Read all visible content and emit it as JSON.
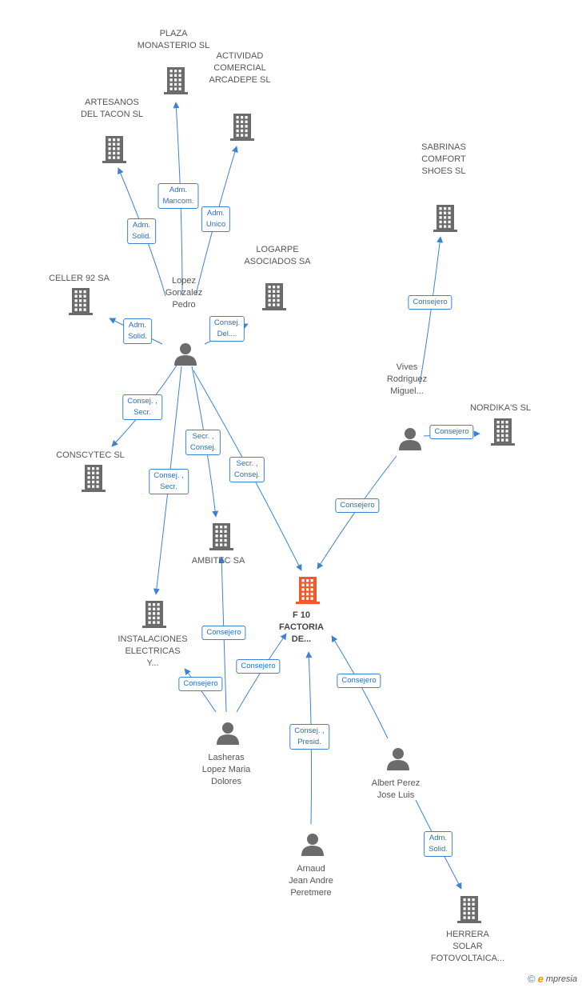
{
  "companies": [
    {
      "id": "plaza",
      "lines": [
        "PLAZA",
        "MONASTERIO SL"
      ]
    },
    {
      "id": "actividad",
      "lines": [
        "ACTIVIDAD",
        "COMERCIAL",
        "ARCADEPE SL"
      ]
    },
    {
      "id": "artesanos",
      "lines": [
        "ARTESANOS",
        "DEL TACON SL"
      ]
    },
    {
      "id": "sabrinas",
      "lines": [
        "SABRINAS",
        "COMFORT",
        "SHOES SL"
      ]
    },
    {
      "id": "logarpe",
      "lines": [
        "LOGARPE",
        "ASOCIADOS SA"
      ]
    },
    {
      "id": "celler",
      "lines": [
        "CELLER 92 SA"
      ]
    },
    {
      "id": "nordikas",
      "lines": [
        "NORDIKA'S SL"
      ]
    },
    {
      "id": "conscytec",
      "lines": [
        "CONSCYTEC SL"
      ]
    },
    {
      "id": "ambitec",
      "lines": [
        "AMBITEC SA"
      ]
    },
    {
      "id": "f10",
      "lines": [
        "F 10",
        "FACTORIA",
        "DE..."
      ],
      "focus": true
    },
    {
      "id": "instalaciones",
      "lines": [
        "INSTALACIONES",
        "ELECTRICAS",
        "Y..."
      ]
    },
    {
      "id": "herrera",
      "lines": [
        "HERRERA",
        "SOLAR",
        "FOTOVOLTAICA..."
      ]
    }
  ],
  "people": [
    {
      "id": "lopez",
      "lines": [
        "Lopez",
        "Gonzalez",
        "Pedro"
      ]
    },
    {
      "id": "vives",
      "lines": [
        "Vives",
        "Rodriguez",
        "Miguel..."
      ]
    },
    {
      "id": "lasheras",
      "lines": [
        "Lasheras",
        "Lopez Maria",
        "Dolores"
      ]
    },
    {
      "id": "albert",
      "lines": [
        "Albert Perez",
        "Jose Luis"
      ]
    },
    {
      "id": "arnaud",
      "lines": [
        "Arnaud",
        "Jean Andre",
        "Peretmere"
      ]
    }
  ],
  "edges": [
    {
      "id": "e1",
      "from": "lopez",
      "to": "plaza",
      "label": [
        "Adm.",
        "Mancom."
      ]
    },
    {
      "id": "e2",
      "from": "lopez",
      "to": "artesanos",
      "label": [
        "Adm.",
        "Solid."
      ]
    },
    {
      "id": "e3",
      "from": "lopez",
      "to": "actividad",
      "label": [
        "Adm.",
        "Unico"
      ]
    },
    {
      "id": "e4",
      "from": "lopez",
      "to": "celler",
      "label": [
        "Adm.",
        "Solid."
      ]
    },
    {
      "id": "e5",
      "from": "lopez",
      "to": "logarpe",
      "label": [
        "Consej.",
        "Del...."
      ]
    },
    {
      "id": "e6",
      "from": "lopez",
      "to": "conscytec",
      "label": [
        "Consej. ,",
        "Secr."
      ]
    },
    {
      "id": "e7",
      "from": "lopez",
      "to": "ambitec",
      "label": [
        "Secr. ,",
        "Consej."
      ]
    },
    {
      "id": "e8",
      "from": "lopez",
      "to": "instalaciones",
      "label": [
        "Consej. ,",
        "Secr."
      ]
    },
    {
      "id": "e9",
      "from": "lopez",
      "to": "f10",
      "label": [
        "Secr. ,",
        "Consej."
      ]
    },
    {
      "id": "e10",
      "from": "vives",
      "to": "sabrinas",
      "label": [
        "Consejero"
      ]
    },
    {
      "id": "e11",
      "from": "vives",
      "to": "nordikas",
      "label": [
        "Consejero"
      ]
    },
    {
      "id": "e12",
      "from": "vives",
      "to": "f10",
      "label": [
        "Consejero"
      ]
    },
    {
      "id": "e13",
      "from": "lasheras",
      "to": "ambitec",
      "label": [
        "Consejero"
      ]
    },
    {
      "id": "e14",
      "from": "lasheras",
      "to": "f10",
      "label": [
        "Consejero"
      ]
    },
    {
      "id": "e15",
      "from": "lasheras",
      "to": "instalaciones",
      "label": [
        "Consejero"
      ]
    },
    {
      "id": "e16",
      "from": "arnaud",
      "to": "f10",
      "label": [
        "Consej. ,",
        "Presid."
      ]
    },
    {
      "id": "e17",
      "from": "albert",
      "to": "f10",
      "label": [
        "Consejero"
      ]
    },
    {
      "id": "e18",
      "from": "albert",
      "to": "herrera",
      "label": [
        "Adm.",
        "Solid."
      ]
    }
  ],
  "colors": {
    "edge": "#3b82d6",
    "company": "#6b6b6b",
    "focus_company": "#f05a28",
    "person": "#6b6b6b"
  },
  "brand": {
    "copyright": "©",
    "initial": "e",
    "rest": "mpresia"
  }
}
